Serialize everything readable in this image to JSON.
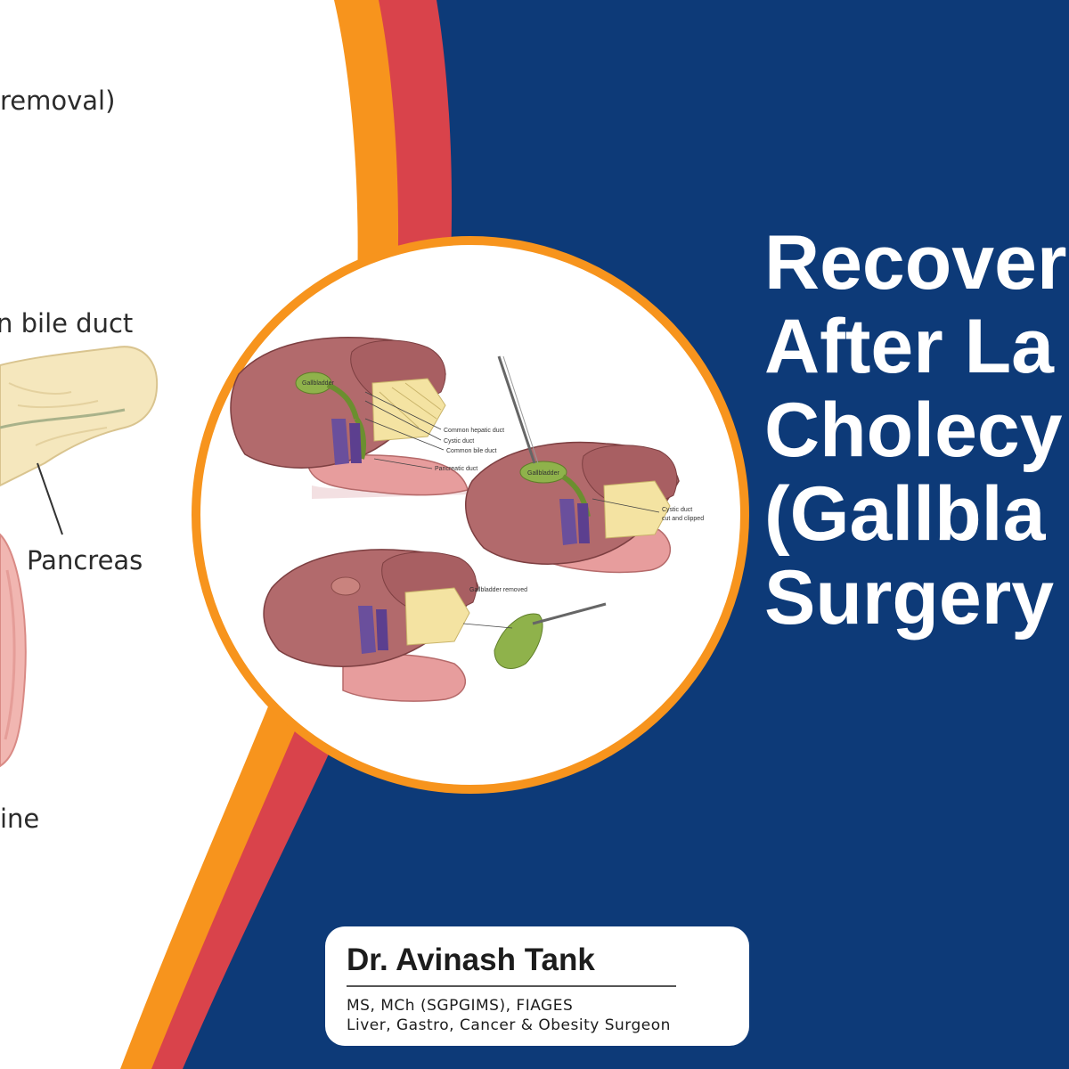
{
  "left_diagram": {
    "header_fragment": "removal)",
    "labels": {
      "bile_duct": "n bile duct",
      "pancreas": "Pancreas",
      "intestine": "ine"
    }
  },
  "circle_illustration": {
    "annotations": {
      "gallbladder_1": "Gallbladder",
      "common_hepatic_duct": "Common hepatic duct",
      "cystic_duct": "Cystic duct",
      "common_bile_duct": "Common bile duct",
      "pancreatic_duct": "Pancreatic duct",
      "gallbladder_2": "Gallbladder",
      "cystic_duct_cut_1": "Cystic duct",
      "cystic_duct_cut_2": "cut and clipped",
      "gallbladder_removed": "Gallbladder removed"
    }
  },
  "title": {
    "lines": [
      "Recover",
      "After La",
      "Cholecy",
      "(Gallbla",
      "Surgery"
    ]
  },
  "doctor_card": {
    "name": "Dr. Avinash Tank",
    "credentials": "MS, MCh (SGPGIMS), FIAGES",
    "specialty": "Liver, Gastro, Cancer & Obesity Surgeon"
  },
  "colors": {
    "navy": "#0d3a78",
    "orange": "#f7941d",
    "red": "#d9434b",
    "white": "#ffffff"
  }
}
